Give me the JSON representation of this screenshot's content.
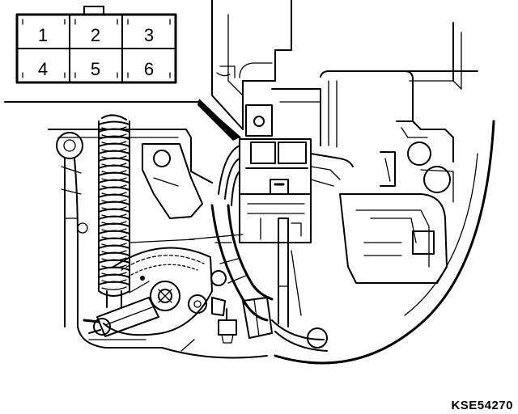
{
  "connector": {
    "pins": [
      {
        "label": "1"
      },
      {
        "label": "2"
      },
      {
        "label": "3"
      },
      {
        "label": "4"
      },
      {
        "label": "5"
      },
      {
        "label": "6"
      }
    ]
  },
  "figure_code": "KSE54270",
  "colors": {
    "ink": "#000000",
    "paper": "#ffffff"
  }
}
